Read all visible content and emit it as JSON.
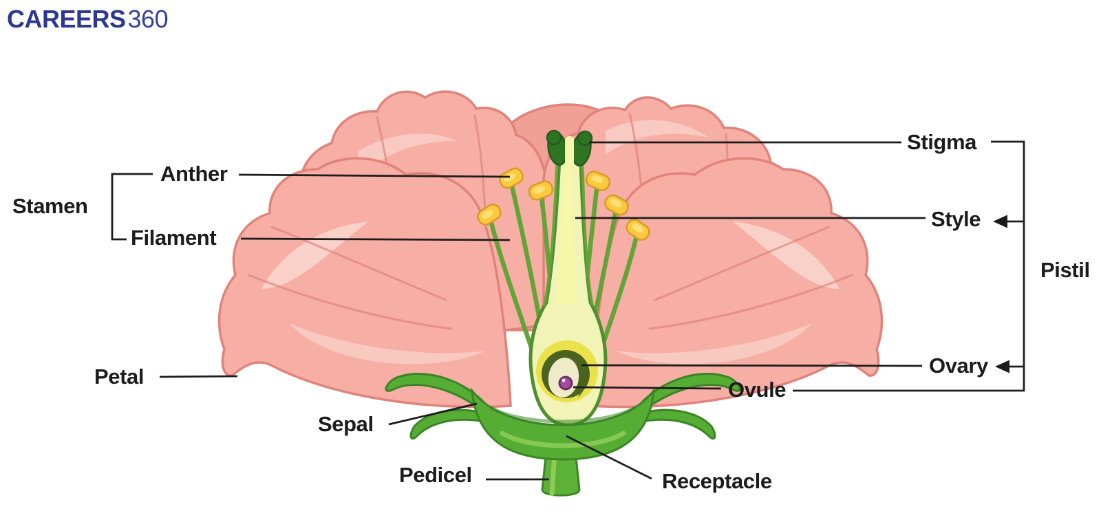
{
  "brand": {
    "name": "CAREERS",
    "suffix": "360"
  },
  "labels": {
    "stamen": "Stamen",
    "anther": "Anther",
    "filament": "Filament",
    "stigma": "Stigma",
    "style": "Style",
    "pistil": "Pistil",
    "ovary": "Ovary",
    "ovule": "Ovule",
    "petal": "Petal",
    "sepal": "Sepal",
    "pedicel": "Pedicel",
    "receptacle": "Receptacle"
  },
  "colors": {
    "text": "#1c1c1c",
    "line": "#1c1c1c",
    "brand_navy": "#2b3990",
    "petal": "#f6aea5",
    "petal_deep": "#f1a096",
    "petal_light": "#f9cfc6",
    "petal_edge": "#e0837a",
    "leaf": "#55ad34",
    "leaf_dark": "#3b8526",
    "leaf_light": "#8ccb55",
    "stem": "#5cb236",
    "filament": "#63a437",
    "anther": "#f9c940",
    "anther_edge": "#d99a26",
    "anther_light": "#ffe27d",
    "style_cream": "#f2f3b6",
    "style_stripe": "#f6f7a8",
    "pistil_edge": "#4f8f2c",
    "stigma": "#2f7423",
    "stigma_dark": "#245c1b",
    "ovary_ring": "#eae14b",
    "ovary_wall": "#4a6320",
    "ovule_sac": "#efebc9",
    "ovule": "#a14da0",
    "ovule_edge": "#6b2f68"
  }
}
